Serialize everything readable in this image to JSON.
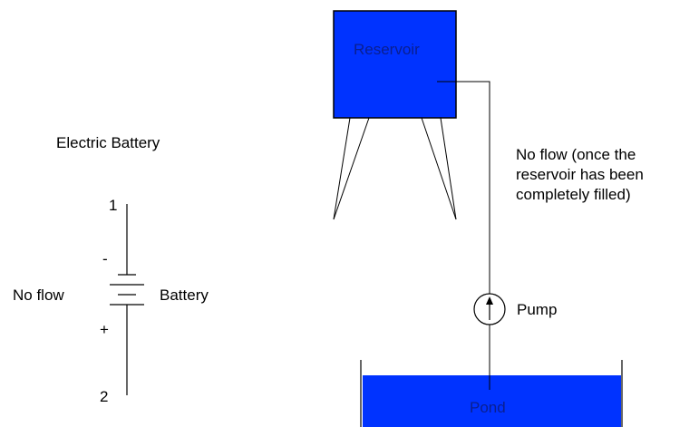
{
  "left": {
    "title": "Electric Battery",
    "terminal_top": "1",
    "terminal_bottom": "2",
    "sign_negative": "-",
    "sign_positive": "+",
    "flow_label": "No flow",
    "battery_label": "Battery"
  },
  "right": {
    "reservoir_label": "Reservoir",
    "flow_note": [
      "No flow (once the",
      "reservoir has been",
      "completely filled)"
    ],
    "pump_label": "Pump",
    "pond_label": "Pond"
  },
  "colors": {
    "water": "#0033ff",
    "stroke": "#000000",
    "inside_text": "#0a1f8f"
  }
}
